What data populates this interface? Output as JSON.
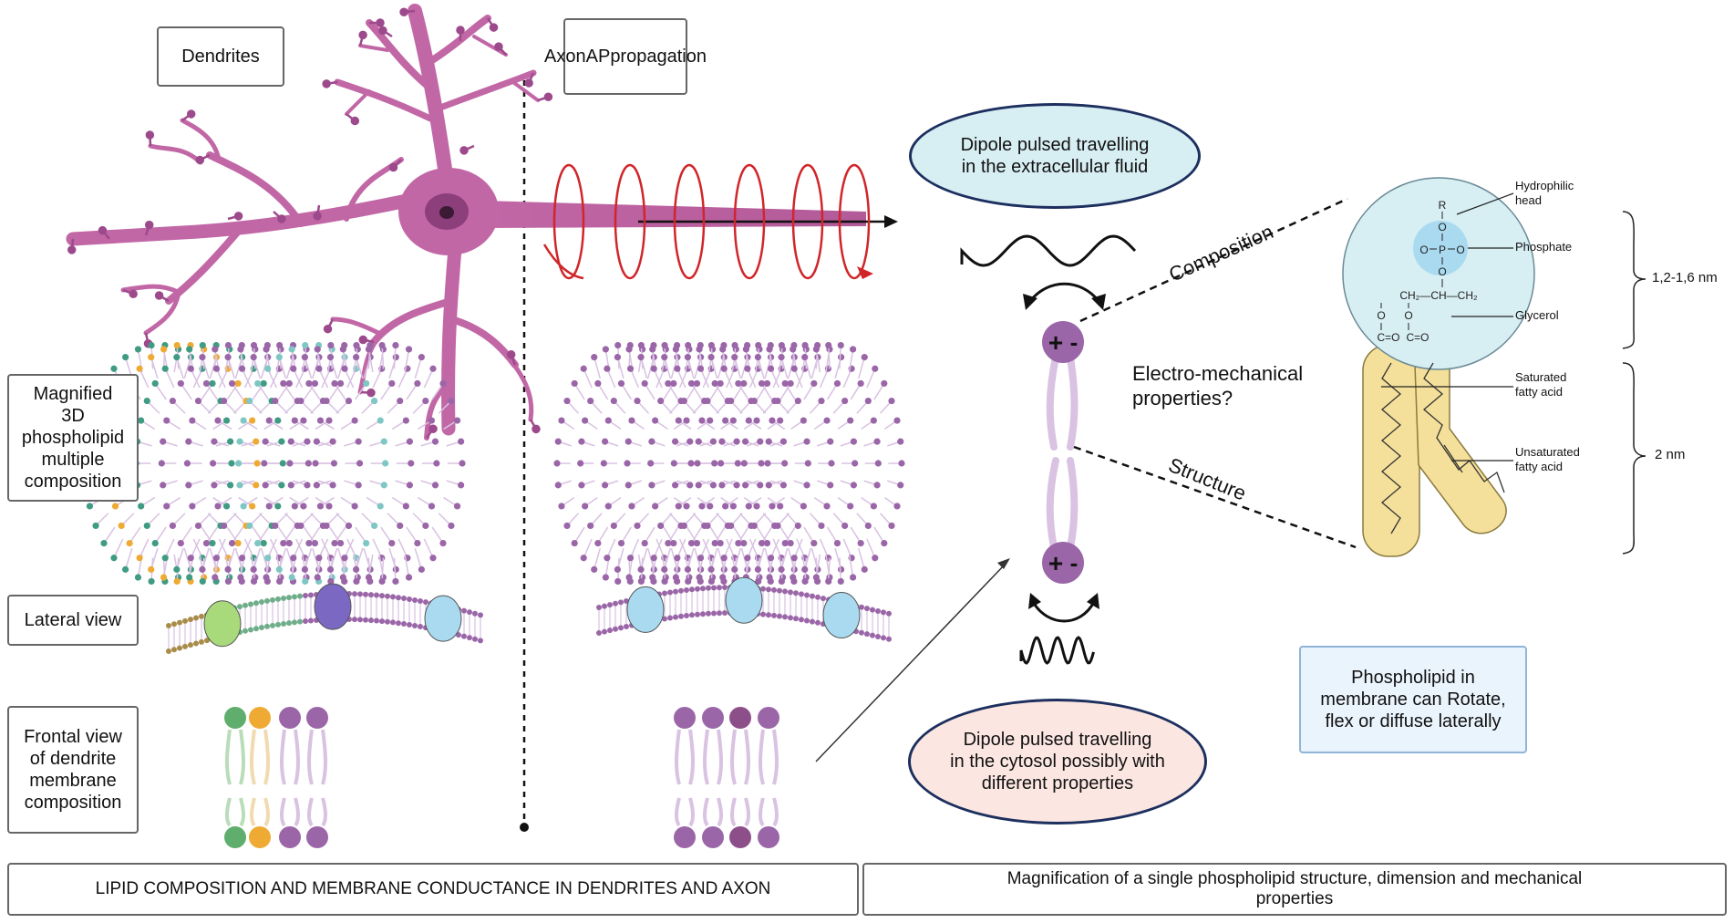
{
  "left_labels": {
    "dendrites": [
      "Dendrites"
    ],
    "axon": [
      "Axon",
      "AP",
      "propagation"
    ],
    "magnified": [
      "Magnified",
      "3D",
      "phospholipid",
      "multiple",
      "composition"
    ],
    "lateral": [
      "Lateral view"
    ],
    "frontal": [
      "Frontal view",
      "of dendrite",
      "membrane",
      "composition"
    ]
  },
  "bottom": {
    "left": "LIPID COMPOSITION AND MEMBRANE CONDUCTANCE IN DENDRITES AND AXON",
    "right": [
      "Magnification of a single phospholipid structure, dimension and mechanical",
      "properties"
    ]
  },
  "middle": {
    "extracellular": [
      "Dipole pulsed travelling",
      "in the extracellular fluid"
    ],
    "cytosol": [
      "Dipole pulsed travelling",
      "in the cytosol possibly with",
      "different properties"
    ],
    "composition": "Composition",
    "structure": "Structure",
    "electro": [
      "Electro-mechanical",
      "properties?"
    ]
  },
  "dipole": {
    "plus": "+",
    "minus": "-"
  },
  "chemistry": {
    "r": "R",
    "o": "O",
    "p": "P",
    "glycerol_row": "CH₂—CH—CH₂",
    "carbonyl": "C=O"
  },
  "phospholipid_labels": {
    "head": [
      "Hydrophilic",
      "head"
    ],
    "phosphate": "Phosphate",
    "glycerol": "Glycerol",
    "saturated": [
      "Saturated",
      "fatty acid"
    ],
    "unsaturated": [
      "Unsaturated",
      "fatty acid"
    ],
    "dim_head": "1,2-1,6 nm",
    "dim_tail": "2 nm"
  },
  "note": [
    "Phospholipid in",
    "membrane can Rotate,",
    "flex or diffuse laterally"
  ],
  "colors": {
    "neuron": "#c267a6",
    "neuron_dark": "#8c3f7a",
    "axon_wave": "#d0262a",
    "lipid_purple": "#9a66a8",
    "lipid_light": "#d9c2e2",
    "teal": "#3f9c82",
    "orange": "#eeaa33",
    "green_head": "#5fae6e",
    "blue_head": "#a9daf0",
    "fatty": "#f4e09a",
    "extracellular_fill": "#d7eef3",
    "cytosol_fill": "#fbe6e1",
    "note_fill": "#eaf4fc"
  }
}
